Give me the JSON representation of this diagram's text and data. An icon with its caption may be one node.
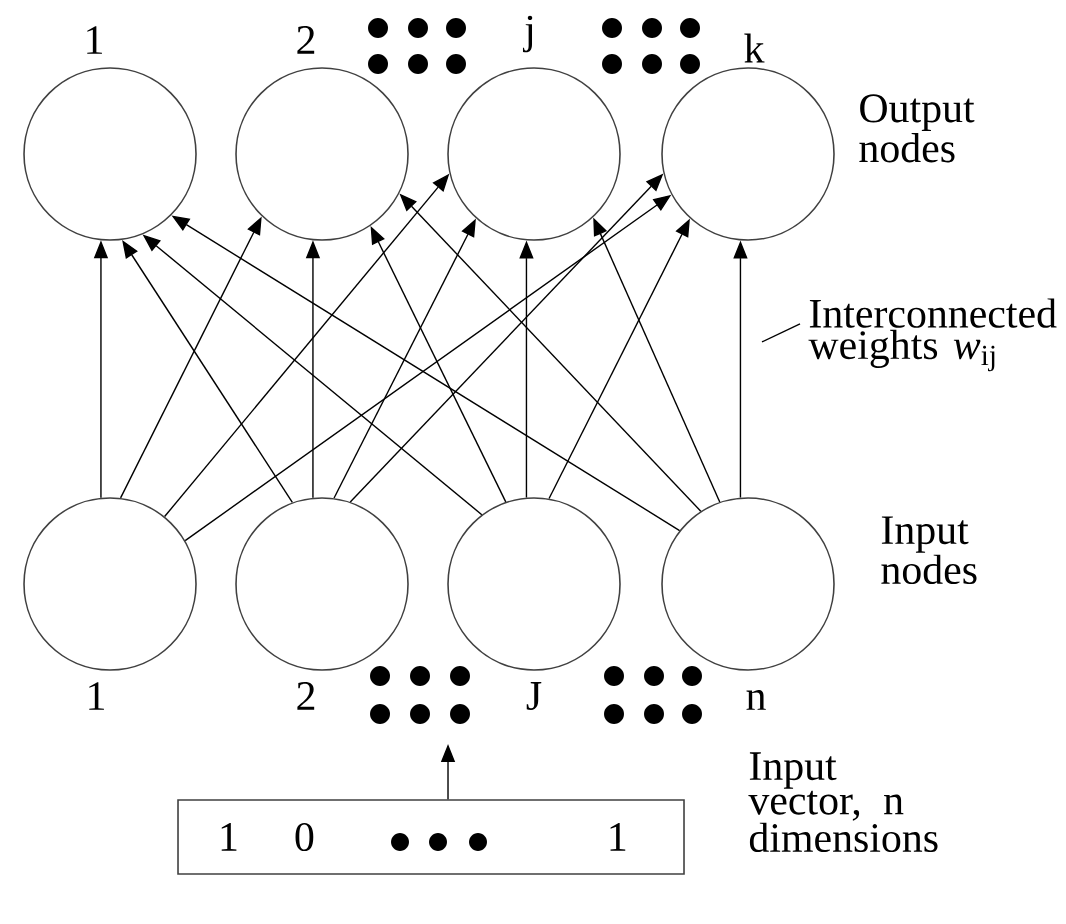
{
  "diagram": {
    "nodes": [
      {
        "text": [],
        "shape": "circle",
        "beside": [
          "1"
        ]
      },
      {
        "text": [],
        "shape": "circle",
        "beside": [
          "2"
        ]
      },
      {
        "text": [],
        "shape": "circle",
        "beside": [
          "j"
        ]
      },
      {
        "text": [],
        "shape": "circle",
        "beside": [
          "k"
        ]
      },
      {
        "text": [],
        "shape": "circle",
        "beside": [
          "1"
        ]
      },
      {
        "text": [],
        "shape": "circle",
        "beside": [
          "2"
        ]
      },
      {
        "text": [],
        "shape": "circle",
        "beside": [
          "J"
        ]
      },
      {
        "text": [],
        "shape": "circle",
        "beside": [
          "n"
        ]
      },
      {
        "text": [
          "1",
          "0",
          "1"
        ],
        "beside": [
          "Input vector, n dimensions"
        ]
      },
      {
        "text": [
          "Interconnected weights *w*$_{ij}$"
        ]
      }
    ],
    "edges": [
      {
        "from": 4,
        "to": 0,
        "arrow": "to"
      },
      {
        "from": 4,
        "to": 1,
        "arrow": "to"
      },
      {
        "from": 4,
        "to": 2,
        "arrow": "to"
      },
      {
        "from": 4,
        "to": 3,
        "arrow": "to"
      },
      {
        "from": 5,
        "to": 0,
        "arrow": "to"
      },
      {
        "from": 5,
        "to": 1,
        "arrow": "to"
      },
      {
        "from": 5,
        "to": 2,
        "arrow": "to"
      },
      {
        "from": 5,
        "to": 3,
        "arrow": "to"
      },
      {
        "from": 6,
        "to": 0,
        "arrow": "to"
      },
      {
        "from": 6,
        "to": 1,
        "arrow": "to"
      },
      {
        "from": 6,
        "to": 2,
        "arrow": "to"
      },
      {
        "from": 6,
        "to": 3,
        "arrow": "to"
      },
      {
        "from": 7,
        "to": 0,
        "arrow": "to"
      },
      {
        "from": 7,
        "to": 1,
        "arrow": "to"
      },
      {
        "from": 7,
        "to": 2,
        "arrow": "to"
      },
      {
        "from": 7,
        "to": 3,
        "arrow": "to"
      },
      {
        "from": 8,
        "to": null,
        "arrow": "to"
      },
      {
        "from": 9,
        "to": null,
        "arrow": "none"
      }
    ],
    "labels": [
      "Output nodes",
      "Input nodes"
    ]
  }
}
